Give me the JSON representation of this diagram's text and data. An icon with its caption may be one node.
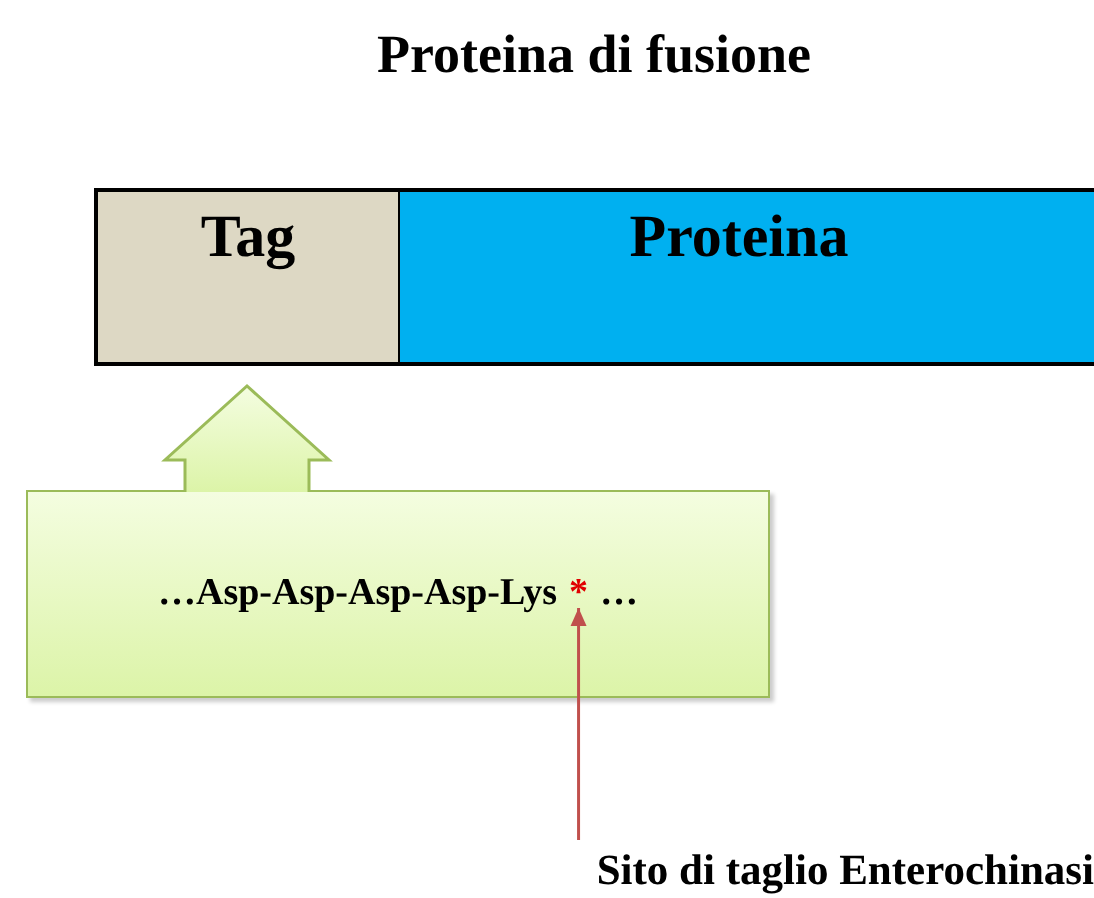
{
  "diagram": {
    "title": "Proteina di fusione",
    "nodes": [
      {
        "text": [
          "Tag"
        ]
      },
      {
        "text": [
          "Proteina"
        ]
      },
      {
        "text": [
          "…Asp-Asp-Asp-Asp-Lys",
          "…"
        ]
      },
      {
        "text": [
          "*"
        ],
        "in": 2
      },
      {
        "text": [
          "Sito di taglio Enterochinasi"
        ]
      }
    ],
    "edges": [
      {
        "from": 2,
        "to": 0,
        "arrow": "to",
        "style": "thick"
      },
      {
        "from": 4,
        "to": 3,
        "arrow": "to",
        "color": "#c0504d"
      }
    ]
  }
}
